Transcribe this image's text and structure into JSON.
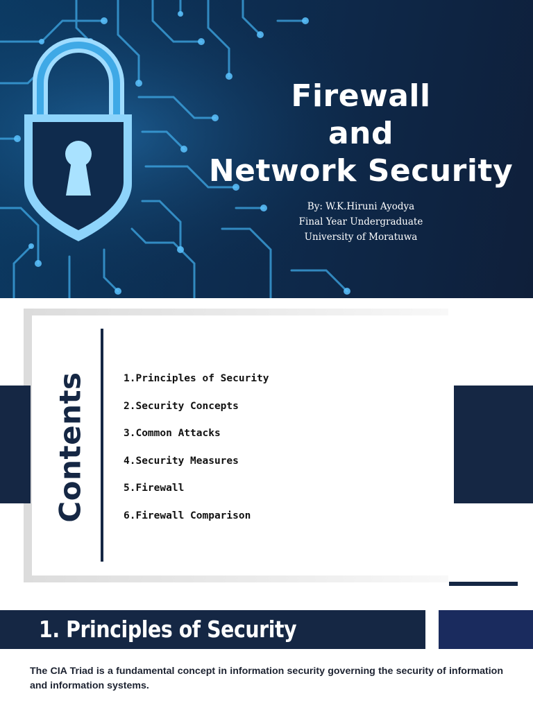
{
  "hero": {
    "title_lines": [
      "Firewall",
      "and",
      "Network Security"
    ],
    "author": "By: W.K.Hiruni Ayodya",
    "role": "Final Year Undergraduate",
    "university": "University of Moratuwa"
  },
  "contents": {
    "heading": "Contents",
    "items": [
      "1.Principles of Security",
      "2.Security Concepts",
      "3.Common Attacks",
      "4.Security Measures",
      "5.Firewall",
      "6.Firewall Comparison"
    ]
  },
  "section1": {
    "title": "1. Principles of Security",
    "body": "The CIA Triad is a fundamental concept in information security governing the security of information and information systems."
  },
  "icons": [
    "padlock-icon",
    "keyhole-icon"
  ],
  "colors": {
    "navy": "#152744",
    "accent_blue": "#1a2b5e",
    "circuit": "#3fa9e6"
  }
}
